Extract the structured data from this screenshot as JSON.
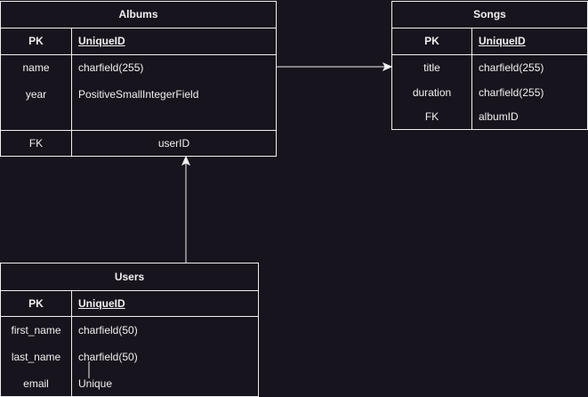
{
  "albums": {
    "title": "Albums",
    "pk": {
      "key": "PK",
      "field": "UniqueID"
    },
    "rows": [
      {
        "key": "name",
        "type": "charfield(255)"
      },
      {
        "key": "year",
        "type": "PositiveSmallIntegerField"
      }
    ],
    "fk": {
      "key": "FK",
      "field": "userID"
    }
  },
  "songs": {
    "title": "Songs",
    "pk": {
      "key": "PK",
      "field": "UniqueID"
    },
    "rows": [
      {
        "key": "title",
        "type": "charfield(255)"
      },
      {
        "key": "duration",
        "type": "charfield(255)"
      },
      {
        "key": "FK",
        "type": "albumID"
      }
    ]
  },
  "users": {
    "title": "Users",
    "pk": {
      "key": "PK",
      "field": "UniqueID"
    },
    "rows": [
      {
        "key": "first_name",
        "type": "charfield(50)"
      },
      {
        "key": "last_name",
        "type": "charfield(50)"
      },
      {
        "key": "email",
        "type": "Unique"
      }
    ]
  },
  "colors": {
    "background": "#18141d",
    "stroke": "#f0f0f0"
  }
}
